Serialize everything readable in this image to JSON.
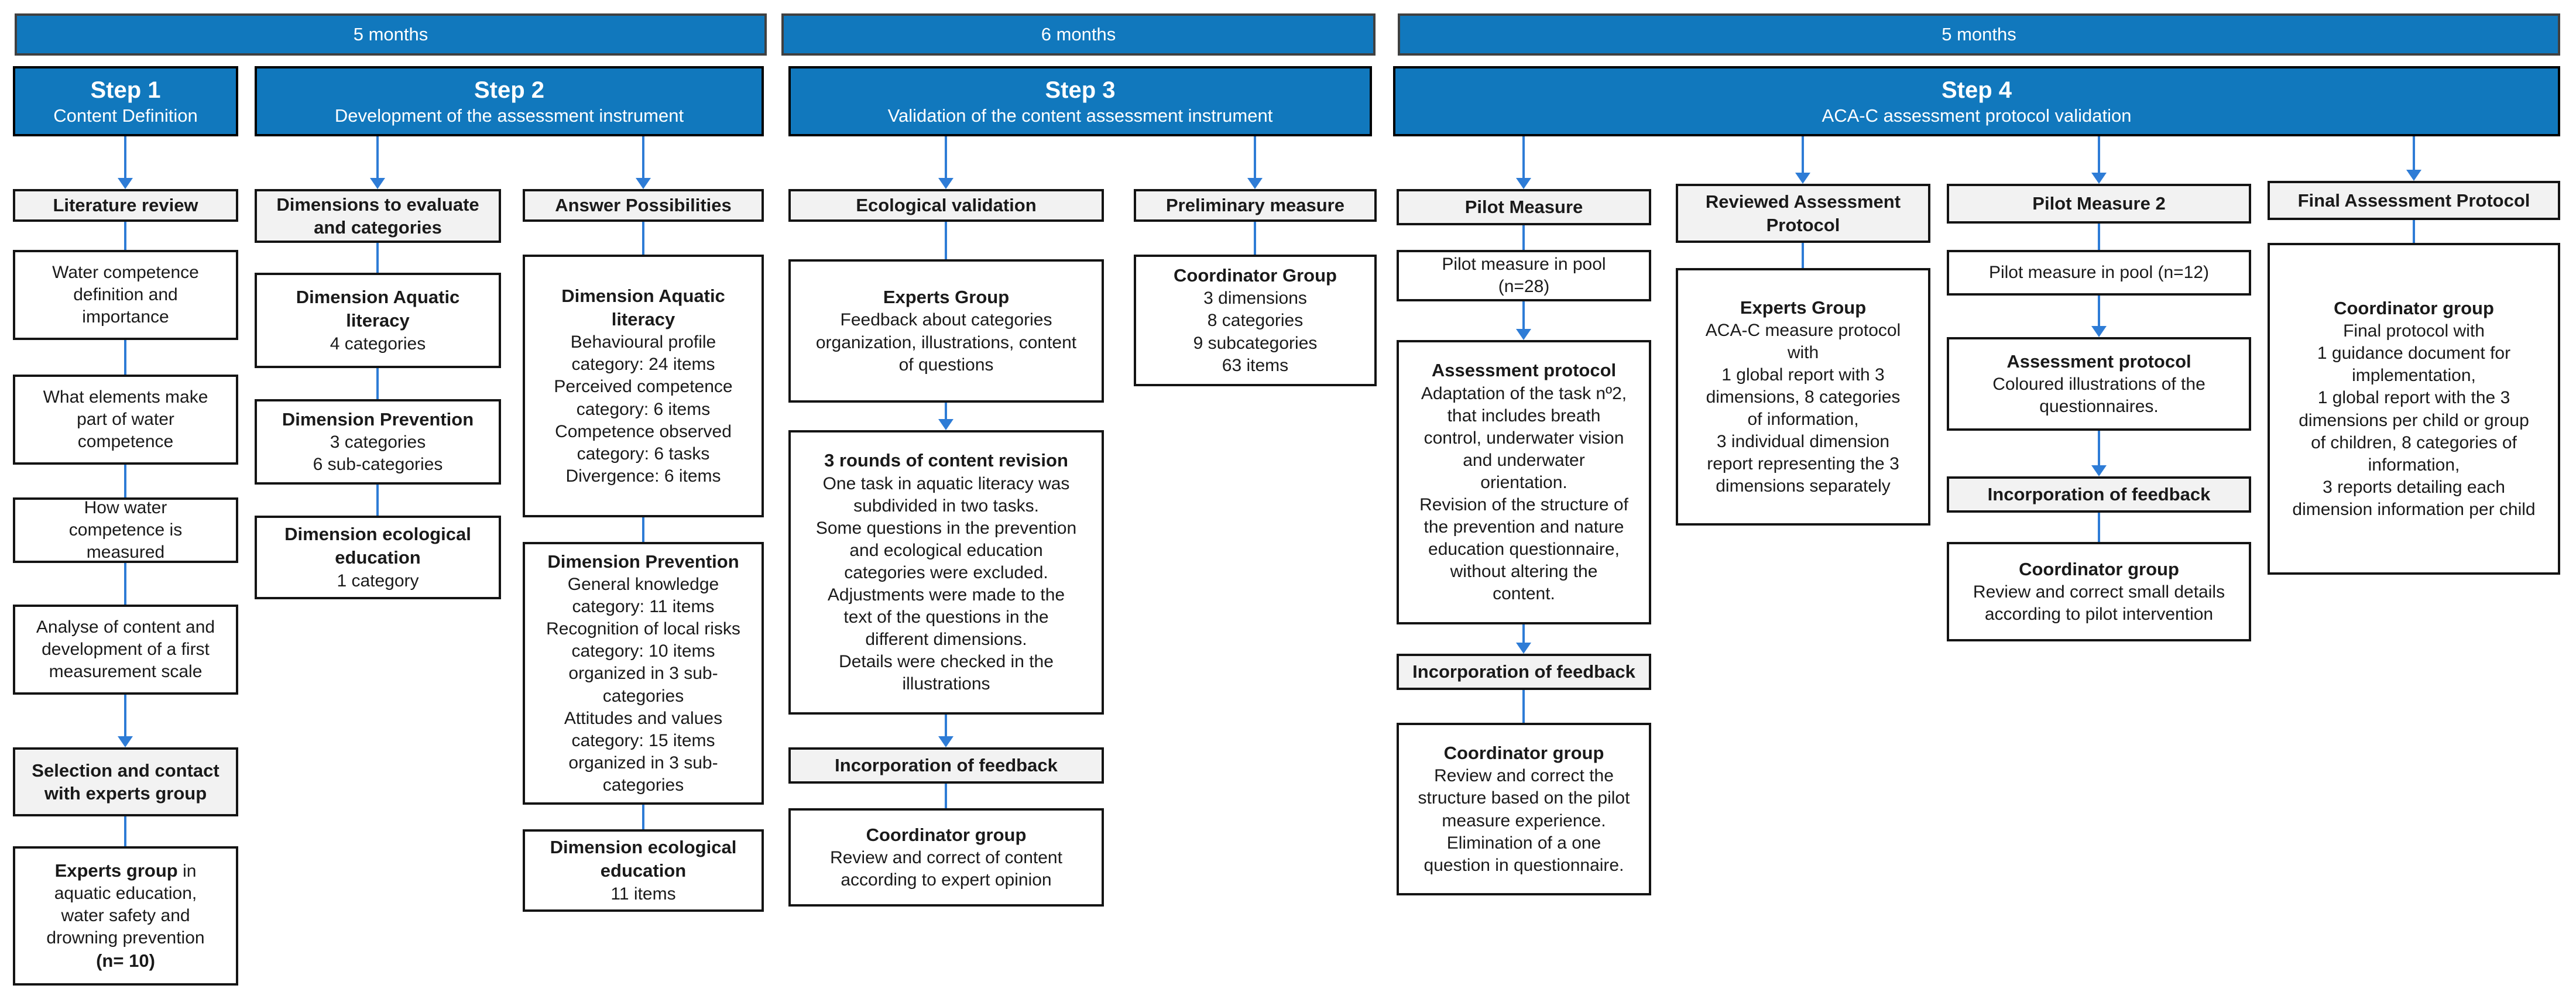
{
  "timeline": {
    "bar1": "5 months",
    "bar2": "6 months",
    "bar3": "5 months"
  },
  "steps": {
    "s1": {
      "title": "Step 1",
      "subtitle": "Content Definition"
    },
    "s2": {
      "title": "Step 2",
      "subtitle": "Development of the assessment instrument"
    },
    "s3": {
      "title": "Step 3",
      "subtitle": "Validation of the content assessment instrument"
    },
    "s4": {
      "title": "Step 4",
      "subtitle": "ACA-C assessment protocol validation"
    }
  },
  "colors": {
    "step_blue": "#1178bd",
    "arrow_blue": "#2e7cd6",
    "header_gray": "#f2f2f2",
    "border_dark": "#141414"
  },
  "columns": {
    "c1": {
      "header": "Literature review",
      "b1": {
        "body": "Water competence\ndefinition and\nimportance"
      },
      "b2": {
        "body": "What elements make\npart of water\ncompetence"
      },
      "b3": {
        "body": "How water\ncompetence is\nmeasured"
      },
      "b4": {
        "body": "Analyse of content and\ndevelopment of a first\nmeasurement scale"
      },
      "header2": "Selection and contact\nwith experts group",
      "b5": {
        "title": "Experts group",
        "body": " in\naquatic education,\nwater safety and\ndrowning prevention\n",
        "tail": "(n= 10)"
      }
    },
    "c2a": {
      "header": "Dimensions to evaluate\nand categories",
      "b1": {
        "title": "Dimension Aquatic\nliteracy",
        "body": "\n4 categories"
      },
      "b2": {
        "title": "Dimension Prevention",
        "body": "\n3 categories\n6 sub-categories"
      },
      "b3": {
        "title": "Dimension ecological\neducation",
        "body": "\n1 category"
      }
    },
    "c2b": {
      "header": "Answer Possibilities",
      "b1": {
        "title": "Dimension Aquatic\nliteracy",
        "body": "\nBehavioural profile\ncategory: 24 items\nPerceived competence\ncategory: 6 items\nCompetence observed\ncategory: 6 tasks\nDivergence: 6 items"
      },
      "b2": {
        "title": "Dimension Prevention",
        "body": "\nGeneral knowledge\ncategory: 11 items\nRecognition of local risks\ncategory:  10 items\norganized in 3 sub-\ncategories\nAttitudes and values\ncategory: 15 items\norganized in 3 sub-\ncategories"
      },
      "b3": {
        "title": "Dimension ecological\neducation",
        "body": "\n11 items"
      }
    },
    "c3a": {
      "header": "Ecological validation",
      "b1": {
        "title": "Experts Group",
        "body": "\nFeedback about categories\norganization, illustrations, content\nof questions"
      },
      "b2": {
        "title": "3 rounds of content revision",
        "body": "\nOne task in aquatic literacy was\nsubdivided in two tasks.\nSome questions in the prevention\nand ecological education\ncategories were excluded.\nAdjustments were made to the\ntext of the questions in the\ndifferent dimensions.\nDetails were checked in the\nillustrations"
      },
      "header2": "Incorporation of feedback",
      "b3": {
        "title": "Coordinator group",
        "body": "\nReview and correct of content\naccording to expert opinion"
      }
    },
    "c3b": {
      "header": "Preliminary measure",
      "b1": {
        "title": "Coordinator Group",
        "body": "\n3 dimensions\n8 categories\n9 subcategories\n63 items"
      }
    },
    "c4a": {
      "header": "Pilot Measure",
      "b1": {
        "body": "Pilot measure in pool\n(n=28)"
      },
      "b2": {
        "title": "Assessment protocol",
        "body": "\nAdaptation of the task nº2,\nthat includes breath\ncontrol, underwater vision\nand underwater\norientation.\nRevision of the structure of\nthe prevention and nature\neducation questionnaire,\nwithout altering the\ncontent."
      },
      "header2": "Incorporation of feedback",
      "b3": {
        "title": "Coordinator group",
        "body": "\nReview and correct the\nstructure based on the pilot\nmeasure experience.\nElimination of a one\nquestion in questionnaire."
      }
    },
    "c4b": {
      "header": "Reviewed Assessment\nProtocol",
      "b1": {
        "title": "Experts Group",
        "body": "\nACA-C measure protocol\nwith\n1 global report with 3\ndimensions, 8 categories\nof information,\n3 individual dimension\nreport representing the 3\ndimensions separately"
      }
    },
    "c4c": {
      "header": "Pilot Measure  2",
      "b1": {
        "body": "Pilot measure in pool  (n=12)"
      },
      "b2": {
        "title": "Assessment protocol",
        "body": "\nColoured illustrations of the\nquestionnaires."
      },
      "header2": "Incorporation of feedback",
      "b3": {
        "title": "Coordinator group",
        "body": "\nReview and correct small details\naccording to pilot intervention"
      }
    },
    "c4d": {
      "header": "Final Assessment Protocol",
      "b1": {
        "title": "Coordinator group",
        "body": "\nFinal protocol with\n1 guidance document for\nimplementation,\n1 global report with the 3\ndimensions per child or group\nof children, 8 categories of\ninformation,\n3 reports detailing each\ndimension information per child"
      }
    }
  }
}
